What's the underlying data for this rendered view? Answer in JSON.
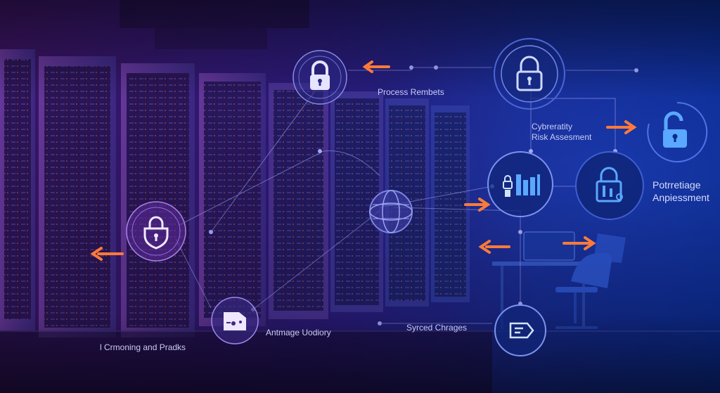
{
  "labels": {
    "process": "Process Rembets",
    "risk_line1": "Cybreratity",
    "risk_line2": "Risk Assesment",
    "portfolio_line1": "Potrretiage",
    "portfolio_line2": "Anpiessment",
    "monitoring": "l Crmoning and Pradks",
    "antimage": "Antmage Uodiory",
    "synced": "Syrced Chrages"
  },
  "colors": {
    "accent_orange": "#ff7a3a",
    "icon_blue": "#5aa8ff",
    "ring": "#7f86d8",
    "bg_left": "#3a1461",
    "bg_right": "#0b2a8c"
  },
  "icons": [
    "padlock-icon",
    "open-padlock-icon",
    "bar-chart-icon",
    "shield-lock-icon",
    "document-icon",
    "globe-icon",
    "message-icon"
  ]
}
